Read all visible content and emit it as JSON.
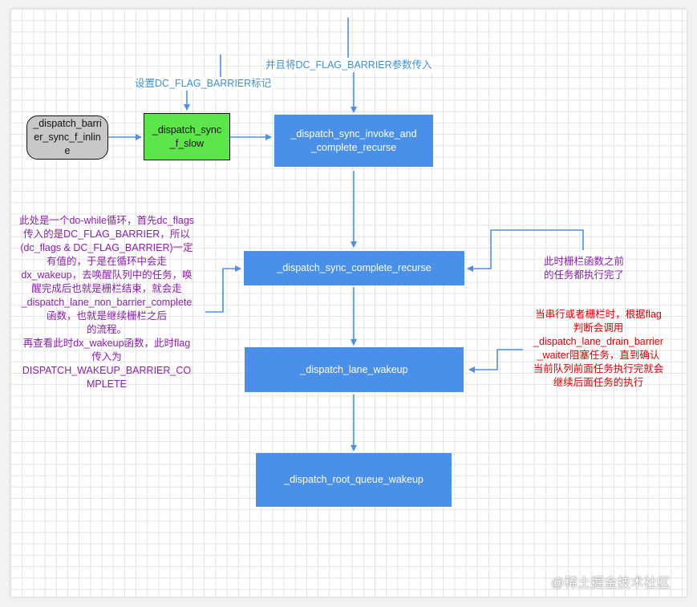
{
  "nodes": {
    "inline": "_dispatch_barrier_sync_f_inline",
    "slow": "_dispatch_sync_f_slow",
    "invoke": "_dispatch_sync_invoke_and_complete_recurse",
    "recurse": "_dispatch_sync_complete_recurse",
    "lane_wakeup": "_dispatch_lane_wakeup",
    "root_wakeup": "_dispatch_root_queue_wakeup"
  },
  "edge_labels": {
    "set_flag": "设置DC_FLAG_BARRIER标记",
    "pass_flag": "并且将DC_FLAG_BARRIER参数传入"
  },
  "notes": {
    "left_purple": [
      "此处是一个do-while循环，首先dc_flags",
      "传入的是DC_FLAG_BARRIER，所以",
      "(dc_flags & DC_FLAG_BARRIER)一定",
      "有值的，于是在循环中会走",
      "dx_wakeup，去唤醒队列中的任务，唤",
      "醒完成后也就是栅栏结束，就会走",
      "_dispatch_lane_non_barrier_complete",
      "函数，也就是继续栅栏之后",
      "的流程。",
      "再查看此时dx_wakeup函数，此时flag",
      "传入为",
      "DISPATCH_WAKEUP_BARRIER_CO",
      "MPLETE"
    ],
    "right_purple": [
      "此时栅栏函数之前",
      "的任务都执行完了"
    ],
    "right_red": [
      "当串行或者栅栏时，根据flag",
      "判断会调用",
      "_dispatch_lane_drain_barrier",
      "_waiter阻塞任务，直到确认",
      "当前队列前面任务执行完就会",
      "继续后面任务的执行"
    ]
  },
  "watermark": "@稀土掘金技术社区",
  "colors": {
    "node_blue": "#4a90e8",
    "node_green": "#5ce64a",
    "node_gray": "#c8c8c8",
    "edge_blue": "#4a90e8",
    "note_purple": "#8a1fad",
    "note_red": "#e00000"
  }
}
